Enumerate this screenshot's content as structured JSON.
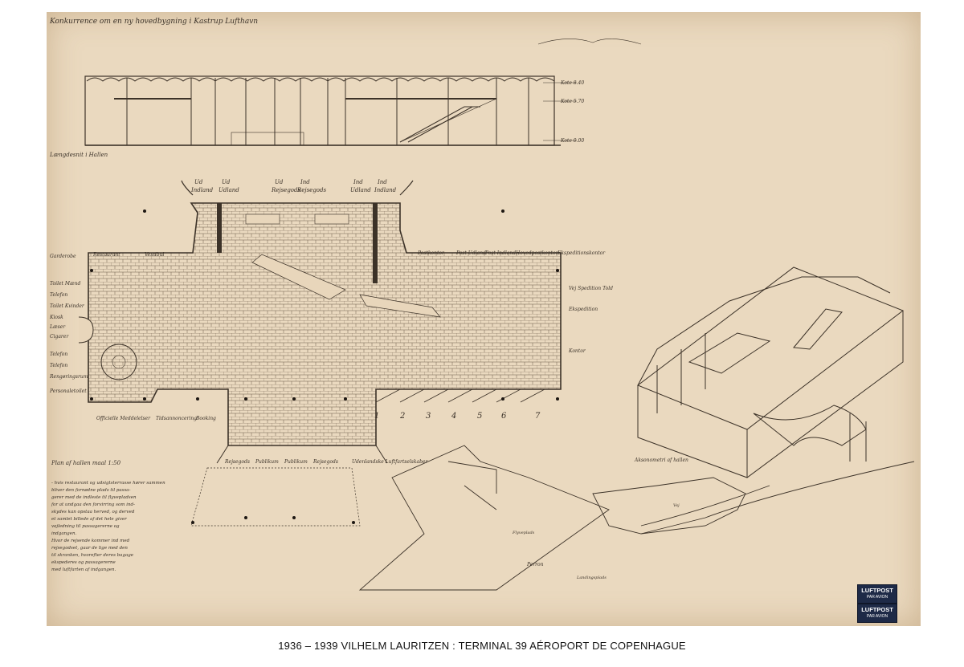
{
  "sheet": {
    "title": "Konkurrence om en ny hovedbygning i Kastrup Lufthavn",
    "section_label": "Længdesnit i Hallen",
    "level_labels": [
      "Kote 8.40",
      "Kote 5.70",
      "Kote 0.00"
    ],
    "plan_label": "Plan af hallen  maal 1:50",
    "axon_label": "Aksonometri af hallen",
    "top_labels": [
      {
        "l1": "Ud",
        "l2": "Indland"
      },
      {
        "l1": "Ud",
        "l2": "Udland"
      },
      {
        "l1": "Ud",
        "l2": "Rejsegods"
      },
      {
        "l1": "Ind",
        "l2": "Rejsegods"
      },
      {
        "l1": "Ind",
        "l2": "Udland"
      },
      {
        "l1": "Ind",
        "l2": "Indland"
      }
    ],
    "left_labels": [
      "Garderobe",
      "Restaurant",
      "Vestibul",
      "Toilet Mænd",
      "Telefon",
      "Toilet Kvinder",
      "Kiosk",
      "Læser",
      "Cigarer",
      "Telefon",
      "Telefon",
      "Rengøringsrum",
      "Personaletoilet"
    ],
    "right_labels": [
      "Postkontor",
      "Post Udland",
      "Post Indland",
      "Hovedpostkontor",
      "Ekspeditionskontor",
      "Vej Spedition Told",
      "Ekspedition",
      "Kontor"
    ],
    "bottom_labels": [
      "Officielle Meddelelser",
      "Tidsannoncering",
      "Booking",
      "Rejsegods",
      "Publikum",
      "Publikum",
      "Rejsegods",
      "Udenlandske Luftfartselskaber"
    ],
    "gate_numbers": [
      "1",
      "2",
      "3",
      "4",
      "5",
      "6",
      "7"
    ],
    "site_labels": [
      "Flyveplads",
      "Perron",
      "Vej",
      "Landingsplads"
    ],
    "notes": [
      "- hvis restaurant og udsigtsterrasse hører sammen",
      "bliver den fornødne plads til passa-",
      "gerer med de indleste til flyvepladsen",
      "for at undgaa den forvirring som ind-",
      "skydes kan opstaa herved, og derved",
      "et samlet billede af det hele giver",
      "vejledning til passagererne og",
      "indgangen.",
      "Hvor de rejsende kommer ind med",
      "rejsegodset, gaar de lige med den",
      "til skranken, hvorefter deres bagage",
      "ekspederes og passagererne",
      "med luftfarten af indgangen."
    ],
    "stamps": [
      {
        "line1": "LUFTPOST",
        "line2": "PAR AVION"
      },
      {
        "line1": "LUFTPOST",
        "line2": "PAR AVION"
      }
    ]
  },
  "caption": "1936 – 1939  VILHELM  LAURITZEN : TERMINAL 39 AÉROPORT DE COPENHAGUE"
}
